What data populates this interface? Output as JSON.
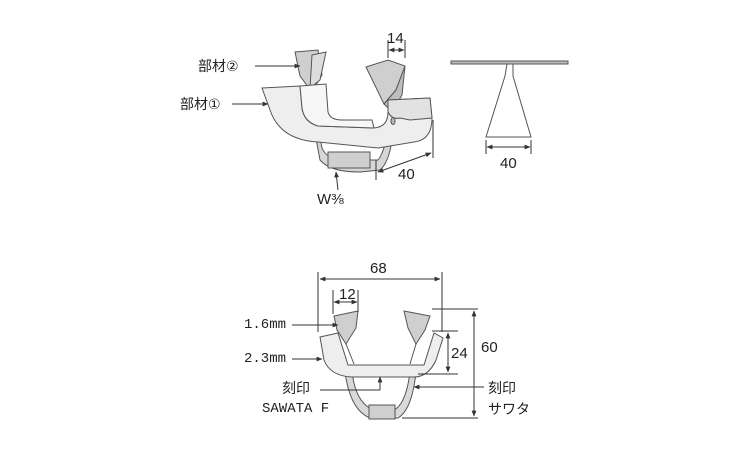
{
  "figure_top_left": {
    "labels": {
      "part2": "部材②",
      "part1": "部材①",
      "thread": "W⅜",
      "dim_width_top": "14",
      "dim_depth": "40"
    }
  },
  "figure_top_right": {
    "labels": {
      "dim_base": "40"
    }
  },
  "figure_bottom": {
    "labels": {
      "dim_overall_width": "68",
      "dim_inner": "12",
      "thickness_1": "1.6mm",
      "thickness_2": "2.3mm",
      "dim_24": "24",
      "dim_60": "60",
      "stamp_left_line1": "刻印",
      "stamp_left_line2": "SAWATA F",
      "stamp_right_line1": "刻印",
      "stamp_right_line2": "サワタ"
    }
  },
  "colors": {
    "fill_light": "#ededed",
    "fill_mid": "#c9c9c9",
    "stroke": "#444444"
  }
}
